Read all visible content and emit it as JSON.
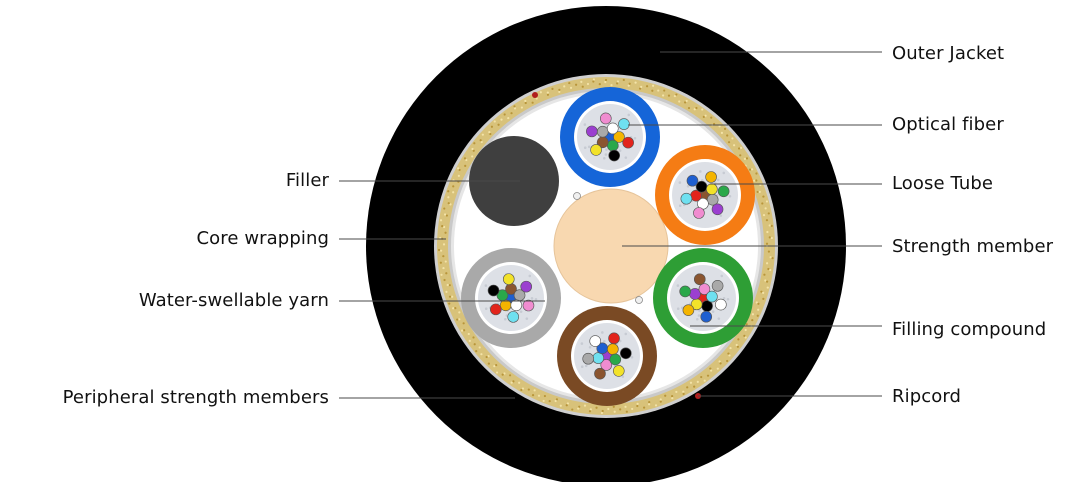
{
  "labels": {
    "left": {
      "filler": "Filler",
      "core_wrapping": "Core wrapping",
      "water_swellable_yarn": "Water-swellable yarn",
      "peripheral_strength_members": "Peripheral strength members"
    },
    "right": {
      "outer_jacket": "Outer Jacket",
      "optical_fiber": "Optical fiber",
      "loose_tube": "Loose Tube",
      "strength_member": "Strength member",
      "filling_compound": "Filling compound",
      "ripcord": "Ripcord"
    }
  },
  "colors": {
    "outer_jacket": "#000000",
    "core_wrapping": "#d8c27a",
    "core_background": "#ffffff",
    "filler": "#3f3f3f",
    "strength_member": "#f8d8b0",
    "filling_compound": "#dde0e6",
    "ripcord": "#b01e1e",
    "leader_line": "#4a4a4a"
  },
  "tubes": [
    {
      "name": "blue-tube",
      "color": "#1565d8"
    },
    {
      "name": "orange-tube",
      "color": "#f57c14"
    },
    {
      "name": "green-tube",
      "color": "#2e9e35"
    },
    {
      "name": "brown-tube",
      "color": "#7a4a24"
    },
    {
      "name": "gray-tube",
      "color": "#a9a9a9"
    }
  ],
  "fiber_colors": [
    "#1e5fd0",
    "#f4b400",
    "#2aa84a",
    "#8a5530",
    "#a9a9a9",
    "#ffffff",
    "#e2241c",
    "#000000",
    "#f2e22a",
    "#9b3fd0",
    "#f08cd0",
    "#6fe0f0"
  ]
}
